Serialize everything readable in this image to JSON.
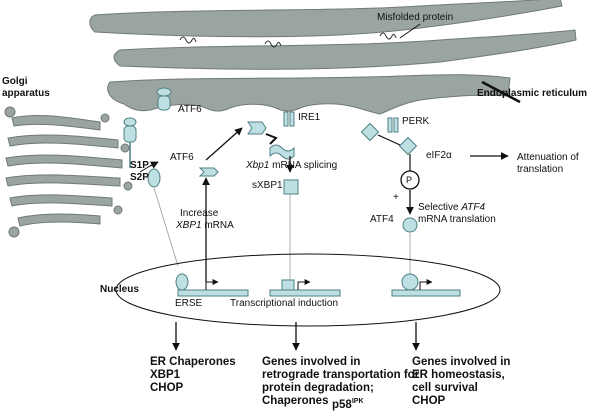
{
  "labels": {
    "misfolded_protein": "Misfolded protein",
    "golgi_line1": "Golgi",
    "golgi_line2": "apparatus",
    "endoplasmic_reticulum": "Endoplasmic reticulum",
    "atf6_membrane": "ATF6",
    "atf6_cleaved": "ATF6",
    "s1p": "S1P",
    "s2p": "S2P",
    "ire1": "IRE1",
    "perk": "PERK",
    "xbp1_splicing_gene": "Xbp1",
    "xbp1_splicing_text": " mRNA splicing",
    "sxbp1": "sXBP1",
    "eif2a": "eIF2α",
    "phospho": "P",
    "plus": "+",
    "attenuation_line1": "Attenuation of",
    "attenuation_line2": "translation",
    "selective_prefix": "Selective ",
    "selective_gene": "ATF4",
    "selective_line2": "mRNA translation",
    "atf4": "ATF4",
    "increase_line1": "Increase",
    "increase_gene": "XBP1",
    "increase_suffix": " mRNA",
    "nucleus": "Nucleus",
    "erse": "ERSE",
    "transcriptional_induction": "Transcriptional induction"
  },
  "outcomes": {
    "left": [
      "ER Chaperones",
      "XBP1",
      "CHOP"
    ],
    "middle": [
      "Genes involved in",
      "retrograde transportation for",
      "protein degradation;",
      "Chaperones"
    ],
    "middle_p58": "p58",
    "middle_p58_sup": "IPK",
    "right": [
      "Genes involved in",
      "ER homeostasis,",
      "cell survival",
      "CHOP"
    ]
  },
  "colors": {
    "membrane": "#9aa5a0",
    "membrane_dark": "#6f7a76",
    "protein": "#bfe0e2",
    "protein_stroke": "#4d7f84",
    "line": "#111111"
  }
}
